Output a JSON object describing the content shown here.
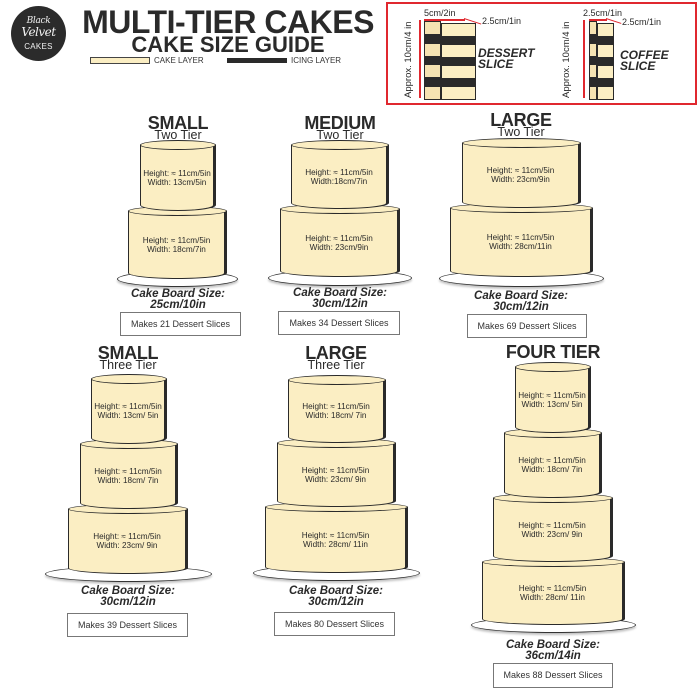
{
  "brand": {
    "logo_line1": "Black",
    "logo_line2": "Velvet",
    "logo_line3": "CAKES"
  },
  "header": {
    "title": "MULTI-TIER CAKES",
    "subtitle": "CAKE SIZE GUIDE",
    "legend": {
      "cake_layer_label": "CAKE LAYER",
      "icing_layer_label": "ICING LAYER",
      "cake_color": "#fbeec3",
      "icing_color": "#2a2a2a"
    }
  },
  "slice_guide": {
    "border_color": "#e0282f",
    "dessert": {
      "height_label": "Approx. 10cm/4 in",
      "top_width_label": "5cm/2in",
      "depth_label": "2.5cm/1in",
      "title_line1": "DESSERT",
      "title_line2": "SLICE"
    },
    "coffee": {
      "height_label": "Approx. 10cm/4 in",
      "top_width_label": "2.5cm/1in",
      "depth_label": "2.5cm/1in",
      "title_line1": "COFFEE",
      "title_line2": "SLICE"
    }
  },
  "cakes": [
    {
      "title": "SMALL",
      "subtitle": "Two Tier",
      "tiers": [
        {
          "height": "Height: ≈ 11cm/5in",
          "width": "Width: 13cm/5in"
        },
        {
          "height": "Height: ≈ 11cm/5in",
          "width": "Width: 18cm/7in"
        }
      ],
      "board_label": "Cake Board Size:",
      "board_size": "25cm/10in",
      "slices": "Makes 21 Dessert Slices"
    },
    {
      "title": "MEDIUM",
      "subtitle": "Two Tier",
      "tiers": [
        {
          "height": "Height: ≈ 11cm/5in",
          "width": "Width:18cm/7in"
        },
        {
          "height": "Height: ≈ 11cm/5in",
          "width": "Width: 23cm/9in"
        }
      ],
      "board_label": "Cake Board Size:",
      "board_size": "30cm/12in",
      "slices": "Makes 34 Dessert Slices"
    },
    {
      "title": "LARGE",
      "subtitle": "Two Tier",
      "tiers": [
        {
          "height": "Height: ≈ 11cm/5in",
          "width": "Width: 23cm/9in"
        },
        {
          "height": "Height: ≈ 11cm/5in",
          "width": "Width: 28cm/11in"
        }
      ],
      "board_label": "Cake Board Size:",
      "board_size": "30cm/12in",
      "slices": "Makes 69 Dessert Slices"
    },
    {
      "title": "SMALL",
      "subtitle": "Three Tier",
      "tiers": [
        {
          "height": "Height: ≈ 11cm/5in",
          "width": "Width: 13cm/ 5in"
        },
        {
          "height": "Height: ≈ 11cm/5in",
          "width": "Width: 18cm/ 7in"
        },
        {
          "height": "Height: ≈ 11cm/5in",
          "width": "Width: 23cm/ 9in"
        }
      ],
      "board_label": "Cake Board Size:",
      "board_size": "30cm/12in",
      "slices": "Makes 39 Dessert Slices"
    },
    {
      "title": "LARGE",
      "subtitle": "Three Tier",
      "tiers": [
        {
          "height": "Height: ≈ 11cm/5in",
          "width": "Width: 18cm/ 7in"
        },
        {
          "height": "Height: ≈ 11cm/5in",
          "width": "Width: 23cm/ 9in"
        },
        {
          "height": "Height: ≈ 11cm/5in",
          "width": "Width: 28cm/ 11in"
        }
      ],
      "board_label": "Cake Board Size:",
      "board_size": "30cm/12in",
      "slices": "Makes 80 Dessert Slices"
    },
    {
      "title": "FOUR TIER",
      "subtitle": "",
      "tiers": [
        {
          "height": "Height: ≈ 11cm/5in",
          "width": "Width: 13cm/ 5in"
        },
        {
          "height": "Height: ≈ 11cm/5in",
          "width": "Width: 18cm/ 7in"
        },
        {
          "height": "Height: ≈ 11cm/5in",
          "width": "Width: 23cm/ 9in"
        },
        {
          "height": "Height: ≈ 11cm/5in",
          "width": "Width: 28cm/ 11in"
        }
      ],
      "board_label": "Cake Board Size:",
      "board_size": "36cm/14in",
      "slices": "Makes 88 Dessert Slices"
    }
  ]
}
